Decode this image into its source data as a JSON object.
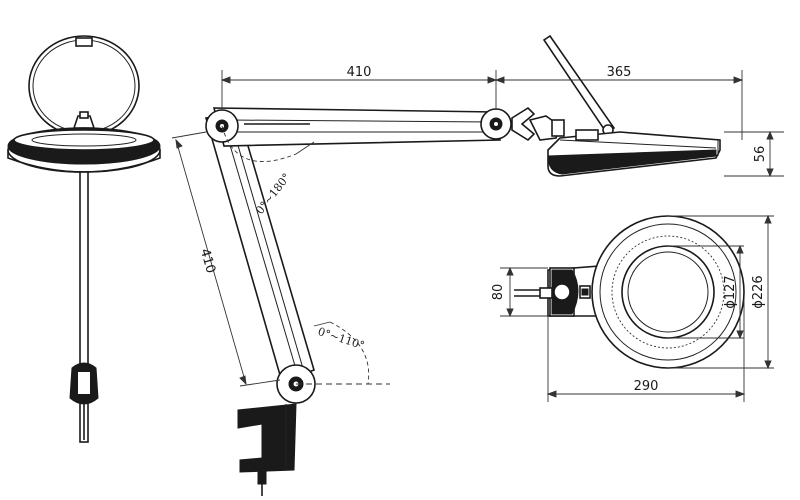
{
  "dimensions": {
    "arm_upper_length": "410",
    "head_reach": "365",
    "base_height": "56",
    "arm_lower_length": "410",
    "head_depth": "80",
    "lens_diameter": "ϕ127",
    "head_diameter": "ϕ226",
    "head_length": "290"
  },
  "angles": {
    "upper_joint": "0°~180°",
    "lower_joint": "0°~110°"
  }
}
